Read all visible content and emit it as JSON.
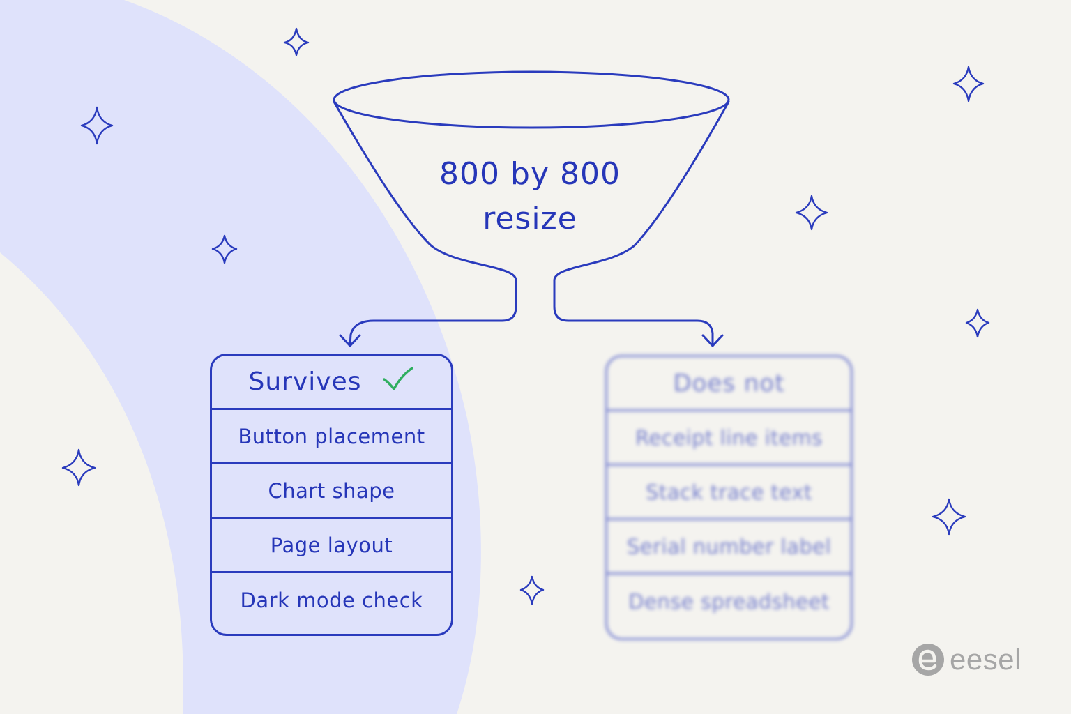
{
  "funnel": {
    "line1": "800 by 800",
    "line2": "resize"
  },
  "survives": {
    "title": "Survives",
    "items": [
      "Button placement",
      "Chart shape",
      "Page layout",
      "Dark mode check"
    ]
  },
  "does_not": {
    "title": "Does not",
    "items": [
      "Receipt line items",
      "Stack trace text",
      "Serial number label",
      "Dense spreadsheet"
    ]
  },
  "brand": {
    "name": "eesel"
  },
  "colors": {
    "background": "#f4f3ef",
    "blob": "#dfe2fb",
    "ink": "#2a3bbd",
    "check": "#2fae5f",
    "logo": "#a6a6a6"
  },
  "icons": [
    "sparkle-icon",
    "check-icon",
    "arrow-down-icon",
    "funnel-icon",
    "eesel-logo-icon"
  ]
}
